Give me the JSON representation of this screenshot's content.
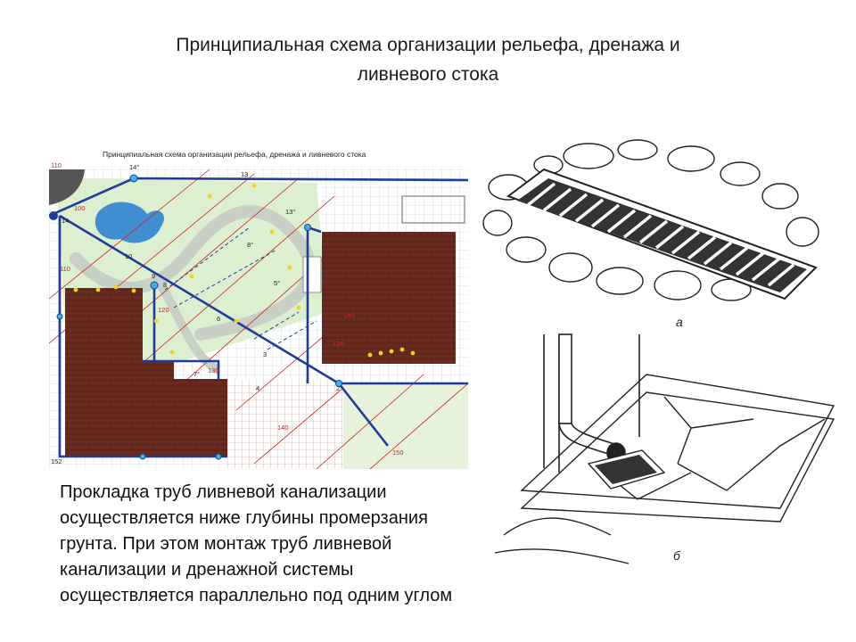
{
  "slide": {
    "title_line1": "Принципиальная схема организации рельефа, дренажа и",
    "title_line2": "ливневого стока",
    "body_text": "Прокладка труб ливневой канализации осуществляется ниже глубины промерзания грунта. При этом монтаж труб ливневой канализации и дренажной системы осуществляется параллельно под одним углом"
  },
  "plan": {
    "caption": "Принципиальная схема организации рельефа, дренажа и ливневого стока",
    "labels": {
      "l110a": "110",
      "l100": "100",
      "l110b": "110",
      "l120": "120",
      "l130": "130",
      "l135": "135",
      "l145": "145",
      "l140": "140",
      "l150": "150",
      "l152": "152",
      "l14": "14",
      "l14s": "14°",
      "l13": "13",
      "l13s": "13°",
      "l10": "10",
      "l9": "9",
      "l8": "8",
      "l8s": "8°",
      "l6": "6",
      "l5s": "5°",
      "l4": "4",
      "l3": "3",
      "l2": "2",
      "l7s": "7°"
    },
    "colors": {
      "building": "#6b2a1f",
      "pipe": "#1f3c9c",
      "grass": "#dcefcf",
      "water": "#3f8fd0",
      "slope": "#d02020"
    }
  },
  "sketches": {
    "label_a": "а",
    "label_b": "б"
  }
}
